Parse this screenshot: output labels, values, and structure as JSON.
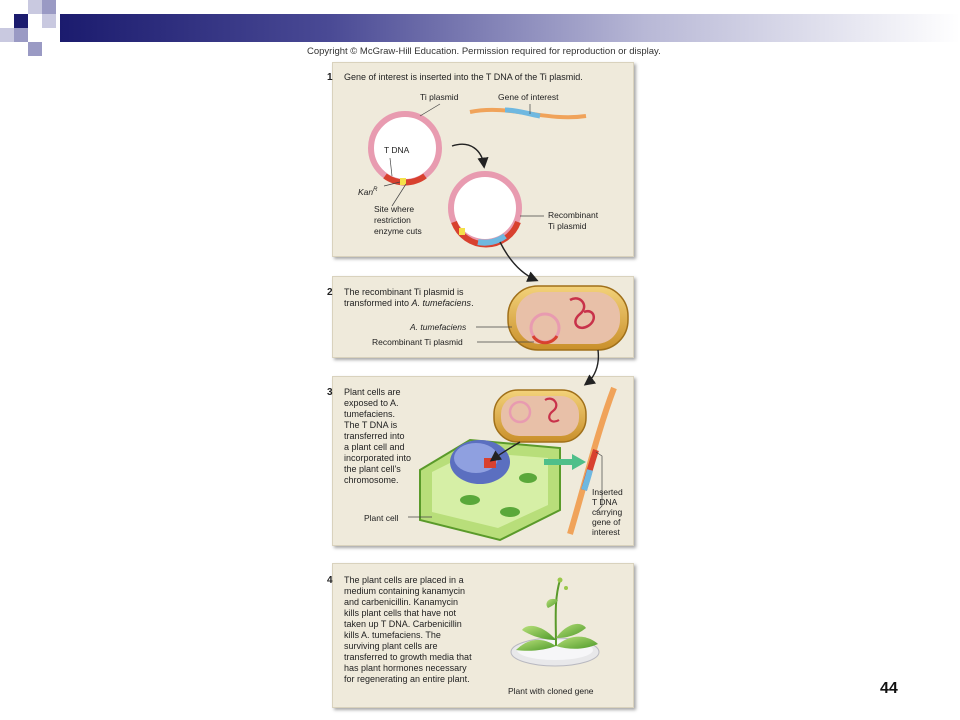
{
  "copyright": "Copyright © McGraw-Hill Education. Permission required for reproduction or display.",
  "page_number": "44",
  "steps": [
    {
      "number": "1",
      "text": "Gene of interest is inserted into the T DNA of the Ti plasmid.",
      "labels": {
        "ti_plasmid": "Ti plasmid",
        "gene_of_interest": "Gene of interest",
        "t_dna": "T DNA",
        "kan_r": "Kan",
        "kan_r_sup": "R",
        "site_line1": "Site where",
        "site_line2": "restriction",
        "site_line3": "enzyme cuts",
        "recombinant_line1": "Recombinant",
        "recombinant_line2": "Ti plasmid"
      }
    },
    {
      "number": "2",
      "text_line1": "The recombinant Ti plasmid is",
      "text_line2_pre": "transformed into ",
      "text_line2_it": "A. tumefaciens",
      "text_line2_post": ".",
      "labels": {
        "a_tumefaciens": "A. tumefaciens",
        "recombinant_ti": "Recombinant Ti plasmid"
      }
    },
    {
      "number": "3",
      "lines": [
        "Plant cells are",
        "exposed to A.",
        "tumefaciens.",
        "The T DNA is",
        "transferred into",
        "a plant cell and",
        "incorporated into",
        "the plant cell's",
        "chromosome."
      ],
      "labels": {
        "plant_cell": "Plant cell",
        "inserted": [
          "Inserted",
          "T DNA",
          "carrying",
          "gene of",
          "interest"
        ]
      }
    },
    {
      "number": "4",
      "lines": [
        "The plant cells are placed in a",
        "medium containing kanamycin",
        "and carbenicillin. Kanamycin",
        "kills plant cells that have not",
        "taken up T DNA. Carbenicillin",
        "kills A. tumefaciens. The",
        "surviving plant cells are",
        "transferred to growth media that",
        "has plant hormones necessary",
        "for regenerating an entire plant."
      ],
      "labels": {
        "plant_with_gene": "Plant with cloned gene"
      }
    }
  ],
  "colors": {
    "panel_bg": "#efeadb",
    "plasmid_pink": "#e89bb0",
    "t_dna_red": "#d8412f",
    "gene_blue": "#6fb8e0",
    "gene_orange": "#f0a35a",
    "bacterium_gold": "#e0b24a",
    "plant_green": "#7cc04a",
    "nucleus_blue": "#5b6fc0"
  }
}
